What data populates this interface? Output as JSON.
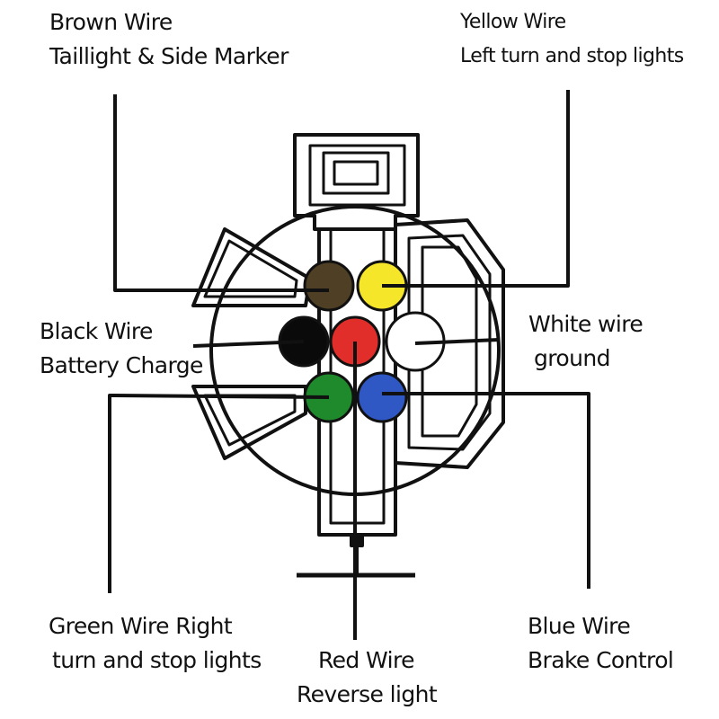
{
  "labels": {
    "brown": {
      "line1": "Brown Wire",
      "line2": "Taillight & Side Marker"
    },
    "yellow": {
      "line1": "Yellow Wire",
      "line2": "Left turn and stop lights"
    },
    "black": {
      "line1": "Black Wire",
      "line2": "Battery Charge"
    },
    "white": {
      "line1": "White wire",
      "line2": "ground"
    },
    "green": {
      "line1": "Green Wire Right",
      "line2": "turn and stop lights"
    },
    "red": {
      "line1": "Red Wire",
      "line2": "Reverse light"
    },
    "blue": {
      "line1": "Blue Wire",
      "line2": "Brake Control"
    }
  },
  "pin_colors": {
    "brown": "#4f3f24",
    "yellow": "#f6e62a",
    "black": "#0a0a0a",
    "white": "#ffffff",
    "red": "#e22e2a",
    "green": "#1f8a2c",
    "blue": "#2f58c4"
  }
}
